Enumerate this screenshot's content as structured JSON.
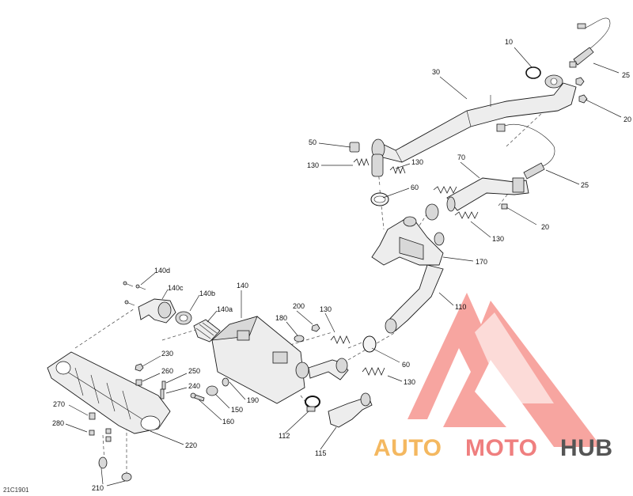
{
  "figure_ref": "21C1901",
  "callouts": [
    {
      "id": "c10",
      "label": "10"
    },
    {
      "id": "c25a",
      "label": "25"
    },
    {
      "id": "c30",
      "label": "30"
    },
    {
      "id": "c20a",
      "label": "20"
    },
    {
      "id": "c50",
      "label": "50"
    },
    {
      "id": "c130a",
      "label": "130"
    },
    {
      "id": "c130b",
      "label": "130"
    },
    {
      "id": "c70",
      "label": "70"
    },
    {
      "id": "c25b",
      "label": "25"
    },
    {
      "id": "c60a",
      "label": "60"
    },
    {
      "id": "c20b",
      "label": "20"
    },
    {
      "id": "c130c",
      "label": "130"
    },
    {
      "id": "c170",
      "label": "170"
    },
    {
      "id": "c110",
      "label": "110"
    },
    {
      "id": "c140d",
      "label": "140d"
    },
    {
      "id": "c140c",
      "label": "140c"
    },
    {
      "id": "c140b",
      "label": "140b"
    },
    {
      "id": "c140a",
      "label": "140a"
    },
    {
      "id": "c140",
      "label": "140"
    },
    {
      "id": "c200",
      "label": "200"
    },
    {
      "id": "c180",
      "label": "180"
    },
    {
      "id": "c130d",
      "label": "130"
    },
    {
      "id": "c60b",
      "label": "60"
    },
    {
      "id": "c130e",
      "label": "130"
    },
    {
      "id": "c230",
      "label": "230"
    },
    {
      "id": "c260",
      "label": "260"
    },
    {
      "id": "c250",
      "label": "250"
    },
    {
      "id": "c240",
      "label": "240"
    },
    {
      "id": "c190",
      "label": "190"
    },
    {
      "id": "c150",
      "label": "150"
    },
    {
      "id": "c160",
      "label": "160"
    },
    {
      "id": "c270",
      "label": "270"
    },
    {
      "id": "c280",
      "label": "280"
    },
    {
      "id": "c220",
      "label": "220"
    },
    {
      "id": "c112",
      "label": "112"
    },
    {
      "id": "c115",
      "label": "115"
    },
    {
      "id": "c210",
      "label": "210"
    }
  ],
  "watermark": {
    "brand_part1": "AUTO",
    "brand_part2": "MOTO",
    "brand_part3": "HUB",
    "color_auto": "#f4b860",
    "color_moto": "#ef7f7f",
    "color_hub": "#555555",
    "color_triangle": "#f25c54"
  }
}
